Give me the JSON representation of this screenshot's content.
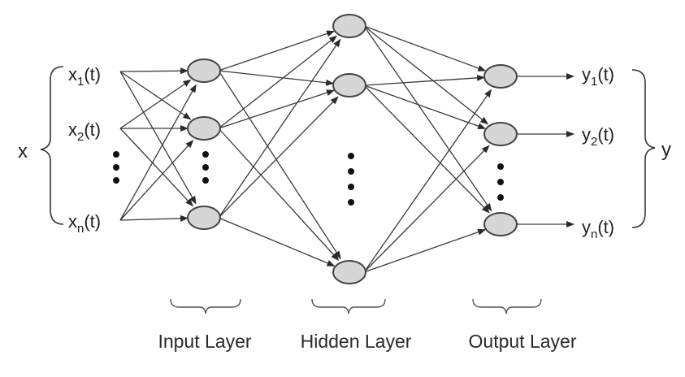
{
  "inputs": [
    {
      "base": "x",
      "sub": "1",
      "arg": "(t)"
    },
    {
      "base": "x",
      "sub": "2",
      "arg": "(t)"
    },
    {
      "base": "x",
      "sub": "n",
      "arg": "(t)"
    }
  ],
  "outputs": [
    {
      "base": "y",
      "sub": "1",
      "arg": "(t)"
    },
    {
      "base": "y",
      "sub": "2",
      "arg": "(t)"
    },
    {
      "base": "y",
      "sub": "n",
      "arg": "(t)"
    }
  ],
  "input_vector_label": "x",
  "output_vector_label": "y",
  "layers": {
    "input": "Input Layer",
    "hidden": "Hidden Layer",
    "output": "Output Layer"
  },
  "colors": {
    "node_fill": "#d6d6d6",
    "node_stroke": "#444444",
    "edge": "#3a3a3a"
  }
}
